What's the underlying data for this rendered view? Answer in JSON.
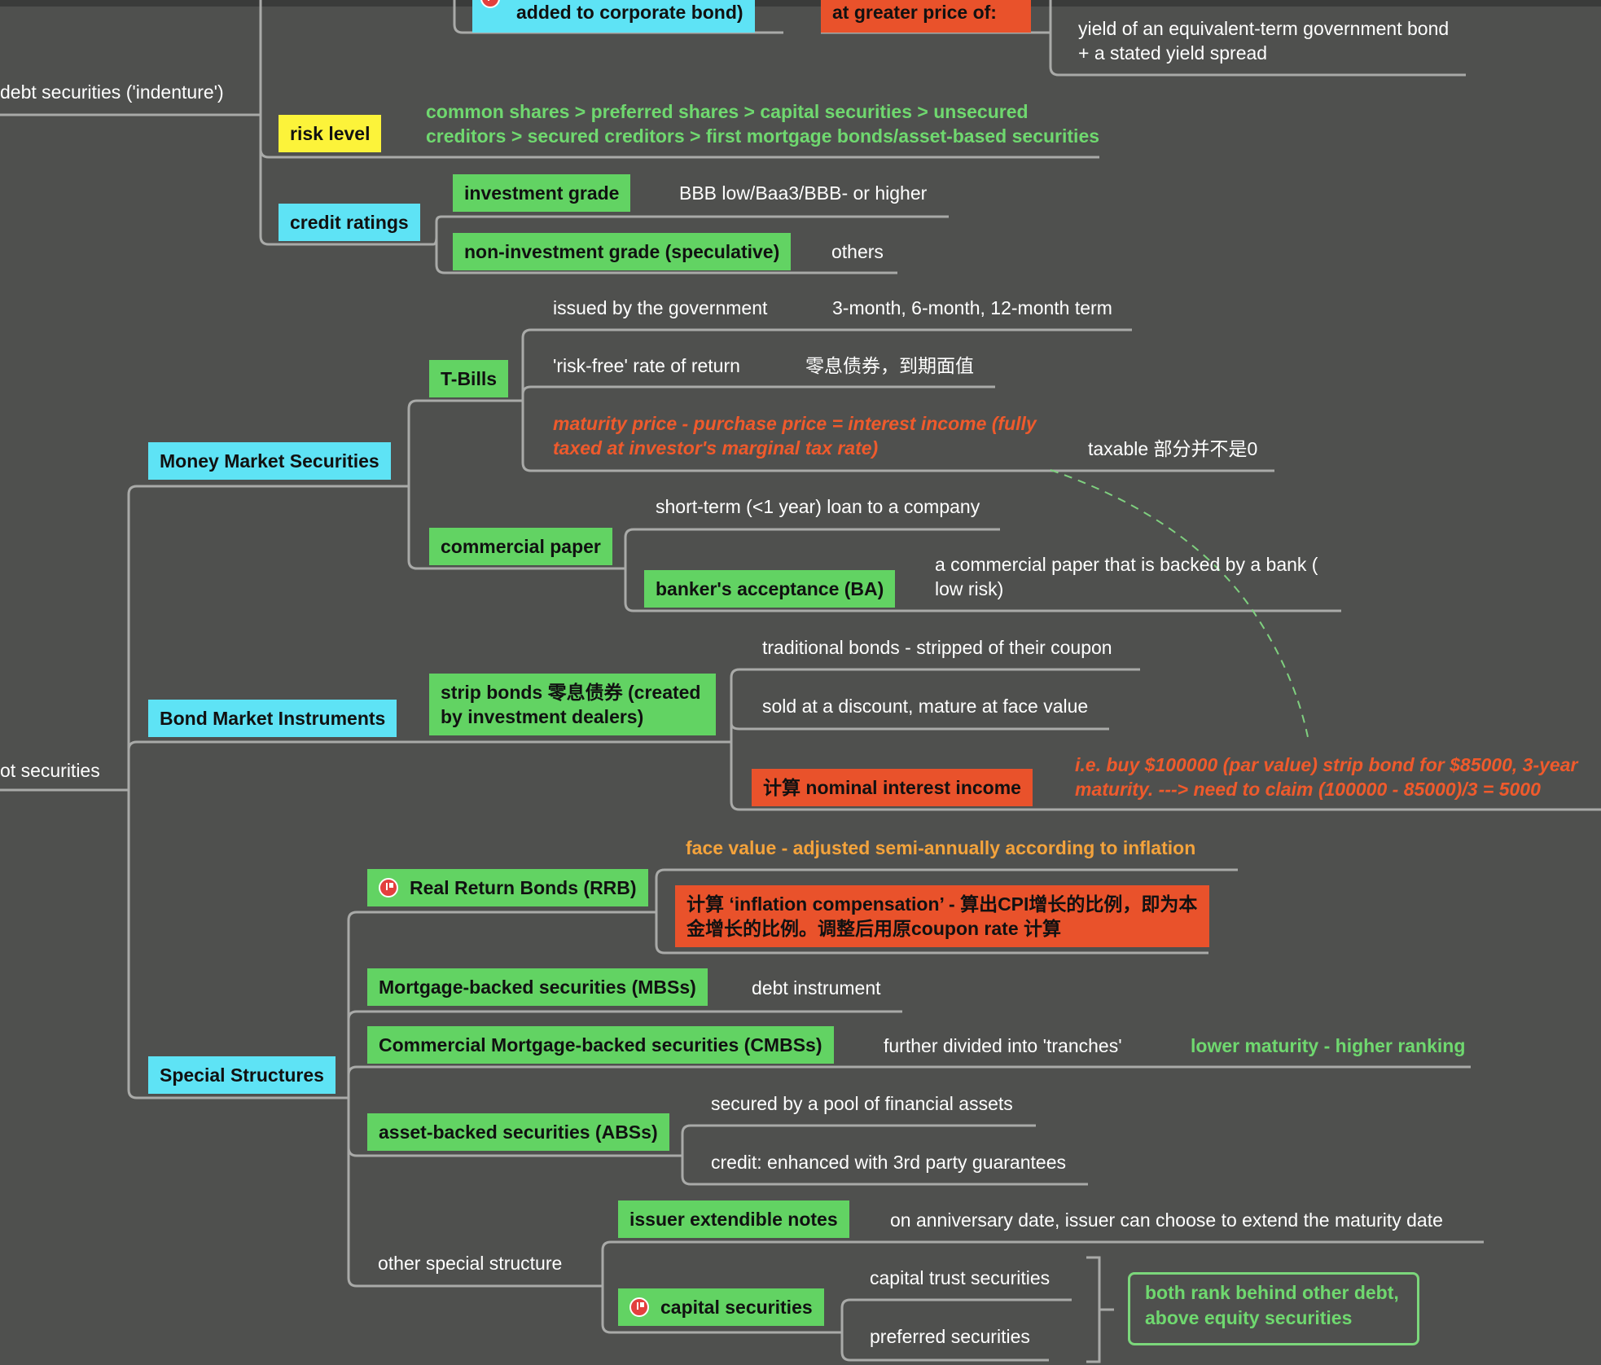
{
  "nodes": {
    "added_corporate": "added to corporate bond)",
    "greater_price": "at greater price of:",
    "yield_gov": "yield of an equivalent-term government bond + a stated yield spread",
    "debt_indenture": "debt securities ('indenture')",
    "risk_level": "risk level",
    "risk_order": "common shares > preferred shares > capital securities > unsecured creditors > secured creditors > first mortgage bonds/asset-based securities",
    "credit_ratings": "credit ratings",
    "investment_grade": "investment grade",
    "investment_grade_desc": "BBB low/Baa3/BBB-  or higher",
    "non_investment": "non-investment grade (speculative)",
    "others": "others",
    "issued_by_gov": "issued by the government",
    "term": "3-month, 6-month, 12-month term",
    "t_bills": "T-Bills",
    "risk_free": "'risk-free' rate of return",
    "zero_coupon_cn": "零息债券，到期面值",
    "maturity_formula": "maturity price - purchase price = interest income (fully taxed at investor's marginal tax rate)",
    "taxable_cn": "taxable 部分并不是0",
    "money_market": "Money Market Securities",
    "short_term": "short-term (<1 year) loan to a company",
    "commercial_paper": "commercial paper",
    "bankers_acceptance": "banker's acceptance (BA)",
    "ba_desc": "a commercial paper that is backed by a bank ( low risk)",
    "traditional_bonds": "traditional bonds - stripped of their coupon",
    "strip_bonds": "strip bonds 零息债券 (created by investment dealers)",
    "sold_discount": "sold at a discount, mature at face value",
    "bond_market": "Bond Market Instruments",
    "nominal_interest": "计算 nominal interest income",
    "strip_example": "i.e. buy $100000 (par value) strip bond for $85000, 3-year maturity. ---> need to claim (100000 - 85000)/3 = 5000",
    "debt_securities": "ot securities",
    "face_value_adj": "face value - adjusted semi-annually according to inflation",
    "rrb": "Real Return Bonds (RRB)",
    "inflation_comp": "计算 ‘inflation compensation’ - 算出CPI增长的比例，即为本金增长的比例。调整后用原coupon rate 计算",
    "mbs": "Mortgage-backed securities (MBSs)",
    "debt_instrument": "debt instrument",
    "cmbs": "Commercial Mortgage-backed securities (CMBSs)",
    "tranches": "further divided into 'tranches'",
    "lower_maturity": "lower maturity - higher ranking",
    "special_structures": "Special Structures",
    "secured_pool": "secured by a pool of financial assets",
    "abs": "asset-backed securities (ABSs)",
    "credit_enhanced": "credit: enhanced with 3rd party guarantees",
    "issuer_extendible": "issuer extendible notes",
    "anniversary": "on anniversary date, issuer can choose to extend the maturity date",
    "other_special": "other special structure",
    "capital_trust": "capital trust securities",
    "capital_securities": "capital securities",
    "preferred_securities": "preferred securities",
    "rank_behind": "both rank behind other debt, above equity securities"
  },
  "colors": {
    "background": "#4f504e",
    "topic_cyan": "#5ee3f5",
    "subtopic_green": "#62d363",
    "highlight_yellow": "#fcf33a",
    "alert_red": "#e9522b",
    "green_text": "#6fd86f",
    "orange_text": "#f4a33c",
    "connector": "#a9aaa8"
  },
  "icons": {
    "flag": "flag-icon"
  }
}
